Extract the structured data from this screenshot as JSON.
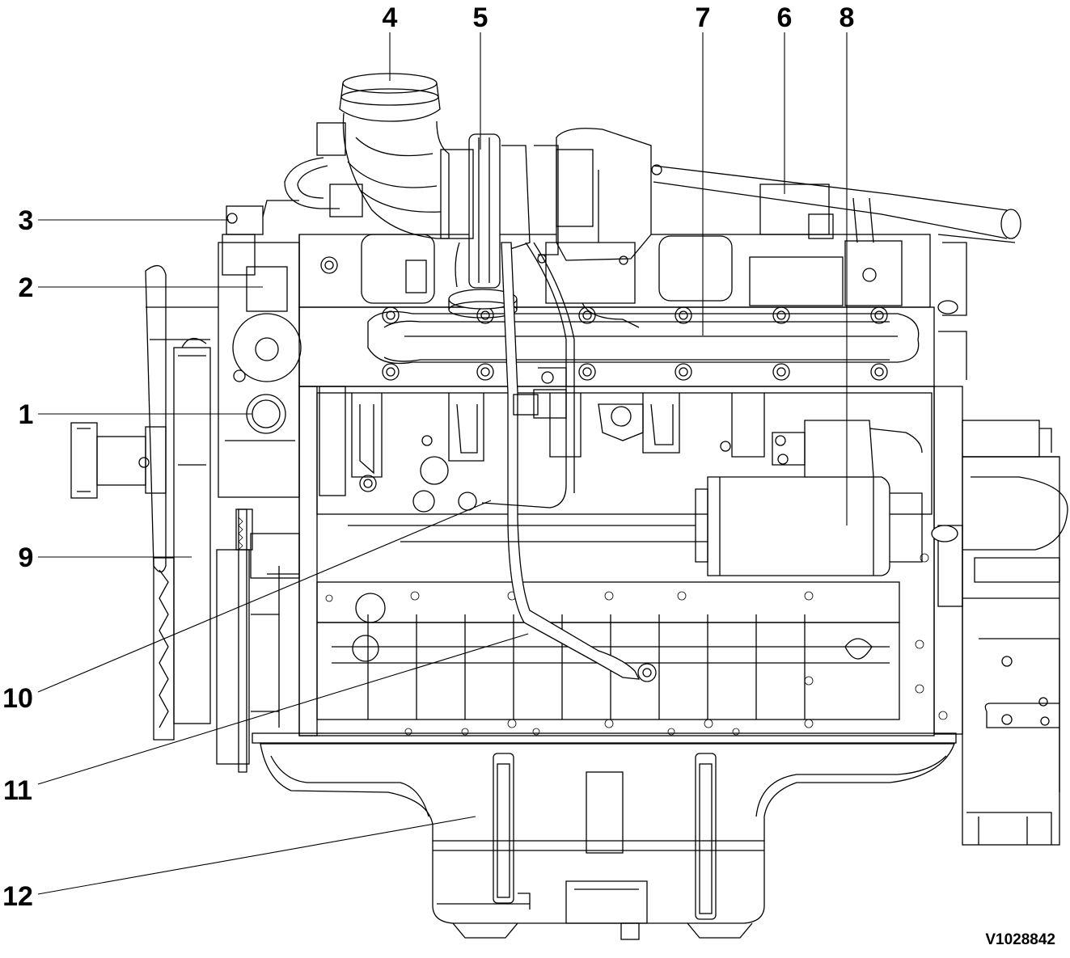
{
  "callouts": [
    {
      "id": "1",
      "label": "1"
    },
    {
      "id": "2",
      "label": "2"
    },
    {
      "id": "3",
      "label": "3"
    },
    {
      "id": "4",
      "label": "4"
    },
    {
      "id": "5",
      "label": "5"
    },
    {
      "id": "6",
      "label": "6"
    },
    {
      "id": "7",
      "label": "7"
    },
    {
      "id": "8",
      "label": "8"
    },
    {
      "id": "9",
      "label": "9"
    },
    {
      "id": "10",
      "label": "10"
    },
    {
      "id": "11",
      "label": "11"
    },
    {
      "id": "12",
      "label": "12"
    }
  ],
  "figure_code": "V1028842"
}
